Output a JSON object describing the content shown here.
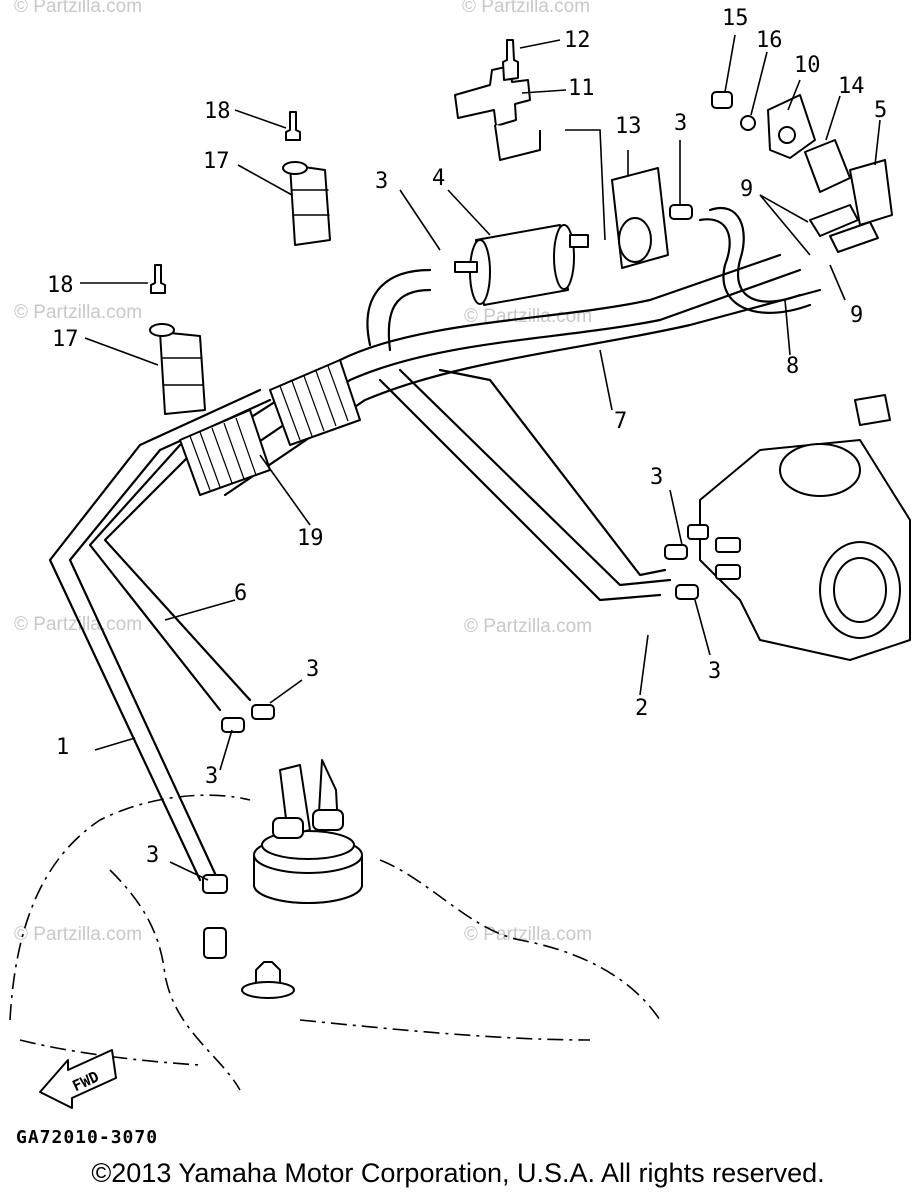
{
  "watermark": "© Partzilla.com",
  "callouts": [
    "1",
    "2",
    "3",
    "4",
    "5",
    "6",
    "7",
    "8",
    "9",
    "10",
    "11",
    "12",
    "13",
    "14",
    "15",
    "16",
    "17",
    "18",
    "19"
  ],
  "fwd_label": "FWD",
  "diagram_code": "GA72010-3070",
  "copyright": "©2013  Yamaha Motor Corporation, U.S.A. All rights reserved."
}
